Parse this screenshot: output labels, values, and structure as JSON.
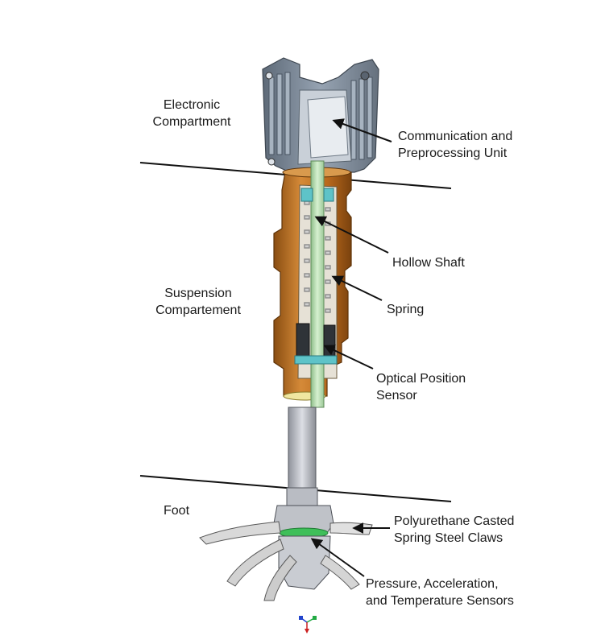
{
  "sections": {
    "electronic": [
      "Electronic",
      "Compartment"
    ],
    "suspension": [
      "Suspension",
      "Compartement"
    ],
    "foot": [
      "Foot"
    ]
  },
  "callouts": {
    "communication": [
      "Communication and",
      "Preprocessing Unit"
    ],
    "hollow_shaft": [
      "Hollow Shaft"
    ],
    "spring": [
      "Spring"
    ],
    "optical": [
      "Optical Position",
      "Sensor"
    ],
    "claws": [
      "Polyurethane Casted",
      "Spring Steel Claws"
    ],
    "sensors": [
      "Pressure, Acceleration,",
      "and Temperature Sensors"
    ]
  },
  "colors": {
    "housing": "#8a97a6",
    "tube": "#c77a2a",
    "shaft": "#b7dfb2",
    "rod": "#c4c6cc",
    "claws": "#d6d6d6",
    "sensor_ring": "#3fbf5a"
  }
}
